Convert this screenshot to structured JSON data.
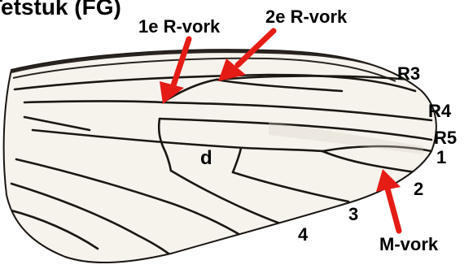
{
  "diagram": {
    "title_partial": "Tetstuk (FG)",
    "arrow_color": "#e51c16",
    "wing_fill": "#f6f3ed",
    "vein_color": "#1a1612",
    "labels": {
      "fork1": "1e R-vork",
      "fork2": "2e R-vork",
      "r3": "R3",
      "r4": "R4",
      "r5": "R5",
      "m1": "1",
      "m2": "2",
      "m3": "3",
      "m4": "4",
      "cell_d": "d",
      "mfork": "M-vork"
    }
  }
}
